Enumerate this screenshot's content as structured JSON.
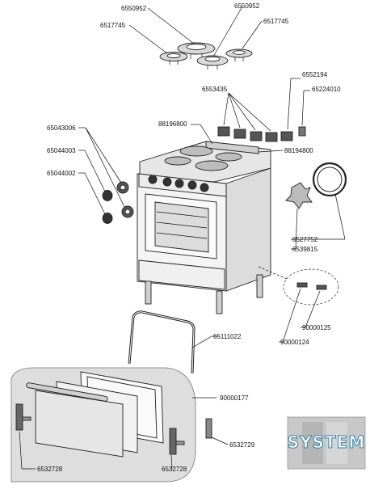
{
  "labels": {
    "p6550952_top": "6550952",
    "p6550952_left": "6550952",
    "p6517745_left": "6517745",
    "p6517745_right": "6517745",
    "p6552194": "6552194",
    "p6553435": "6553435",
    "p65224010": "65224010",
    "p88196800": "88196800",
    "p88194800": "88194800",
    "p65043006": "65043006",
    "p65044003": "65044003",
    "p65044002": "65044002",
    "p6527752": "6527752",
    "p6539815": "6539815",
    "p65111022": "65111022",
    "p90000125": "90000125",
    "p90000124": "90000124",
    "p90000177": "90000177",
    "p6532729": "6532729",
    "p6532728_left": "6532728",
    "p6532728_right": "6532728"
  },
  "logo": {
    "text": "SYSTEM",
    "fill_color": "#ffffff",
    "outline_color": "#2d7fa6",
    "box_color": "#c8c8c8"
  },
  "colors": {
    "line": "#111111",
    "door_panel_bg": "#dedede",
    "metal_light": "#e6e6e6",
    "metal_mid": "#bdbdbd",
    "metal_dark": "#555555"
  }
}
